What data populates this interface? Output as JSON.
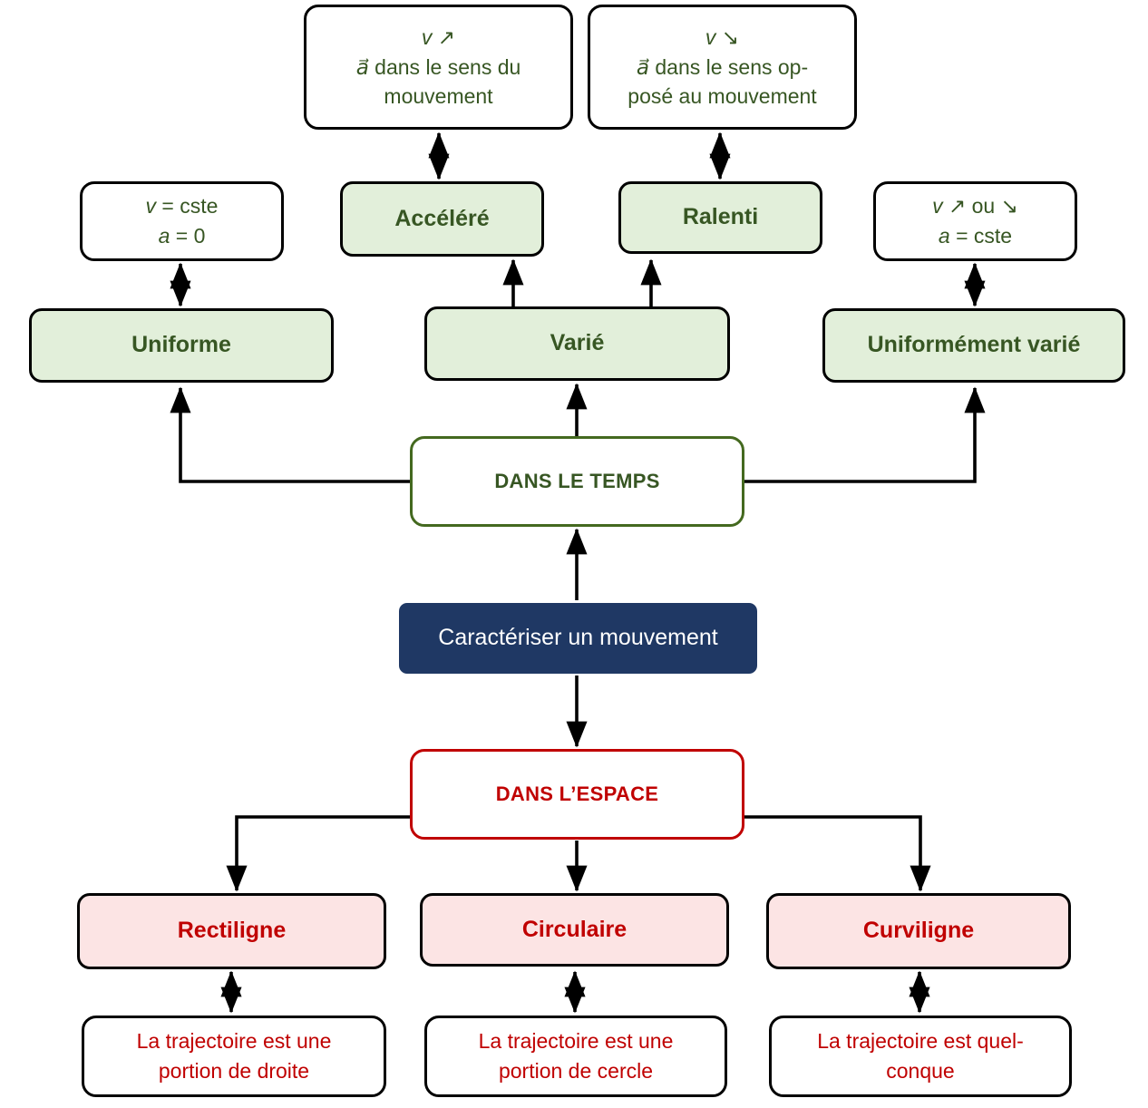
{
  "diagram": {
    "title": "Caractériser un mouvement",
    "colors": {
      "green_text": "#375623",
      "green_fill": "#e2efda",
      "green_border": "#44691f",
      "red_text": "#c00000",
      "red_fill": "#fce4e4",
      "navy_fill": "#1f3864",
      "black": "#000000",
      "white": "#ffffff"
    },
    "root": {
      "label": "Caractériser un mouvement"
    },
    "branches": {
      "time": {
        "label": "DANS LE TEMPS"
      },
      "space": {
        "label": "DANS L’ESPACE"
      }
    },
    "time_nodes": {
      "uniforme": "Uniforme",
      "varie": "Varié",
      "uniformement_varie": "Uniformément varié",
      "accelere": "Accéléré",
      "ralenti": "Ralenti"
    },
    "time_details": {
      "uniforme": {
        "line1_sym": "v",
        "line1_rest": " = cste",
        "line2_sym": "a",
        "line2_rest": " = 0"
      },
      "accelere": {
        "line1_sym": "v",
        "line1_rest": " ↗",
        "line2_sym": "a⃗",
        "line2_rest": " dans le sens du",
        "line3": "mouvement"
      },
      "ralenti": {
        "line1_sym": "v",
        "line1_rest": " ↘",
        "line2_sym": "a⃗",
        "line2_rest": " dans le sens op-",
        "line3": "posé au mouvement"
      },
      "uniformement_varie": {
        "line1_sym": "v",
        "line1_rest": " ↗ ou ↘",
        "line2_sym": "a",
        "line2_rest": " = cste"
      }
    },
    "space_nodes": {
      "rectiligne": "Rectiligne",
      "circulaire": "Circulaire",
      "curviligne": "Curviligne"
    },
    "space_details": {
      "rectiligne": {
        "line1": "La trajectoire est une",
        "line2": "portion de droite"
      },
      "circulaire": {
        "line1": "La trajectoire est une",
        "line2": "portion de cercle"
      },
      "curviligne": {
        "line1": "La trajectoire est quel-",
        "line2": "conque"
      }
    }
  }
}
